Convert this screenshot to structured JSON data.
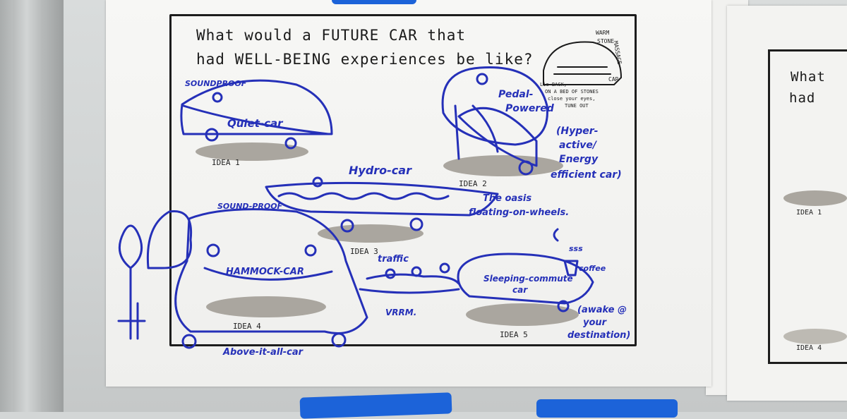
{
  "title": {
    "line1": "What would a FUTURE CAR that",
    "line2": "had WELL-BEING experiences be like?"
  },
  "ideas": [
    {
      "label": "IDEA 1",
      "car": "Quiet-car",
      "note": "SOUNDPROOF"
    },
    {
      "label": "IDEA 2",
      "car_line1": "Pedal-",
      "car_line2": "Powered",
      "note_line1": "(Hyper-",
      "note_line2": "active/",
      "note_line3": "Energy",
      "note_line4": "efficient car)"
    },
    {
      "label": "IDEA 3",
      "car": "Hydro-car",
      "note_line1": "The oasis",
      "note_line2": "floating-on-wheels."
    },
    {
      "label": "IDEA 4",
      "car": "HAMMOCK-CAR",
      "note": "SOUND-PROOF",
      "extra": "Above-it-all-car"
    },
    {
      "label": "IDEA 5",
      "car_line1": "Sleeping-commute",
      "car_line2": "car",
      "note_line1": "(awake @",
      "note_line2": "your",
      "note_line3": "destination)",
      "traffic": "traffic",
      "vroom": "VRRM.",
      "coffee": "coffee",
      "sss": "sss"
    }
  ],
  "massage_car": {
    "line1": "WARM",
    "line2": "STONE",
    "line3": "MASSAGE",
    "line4": "CAR",
    "note_line1": "Lie BACK,",
    "note_line2": "ON A BED OF STONES",
    "note_line3": "close your eyes,",
    "note_line4": "TUNE OUT"
  },
  "right_sheet": {
    "title_line1": "What",
    "title_line2": "had",
    "idea1": "IDEA 1",
    "idea4": "IDEA 4"
  },
  "colors": {
    "ink_blue": "#2530b8",
    "tape_blue": "#1c63d9",
    "marker_black": "#1a1a1a",
    "shadow_gray": "#aaa69f"
  }
}
